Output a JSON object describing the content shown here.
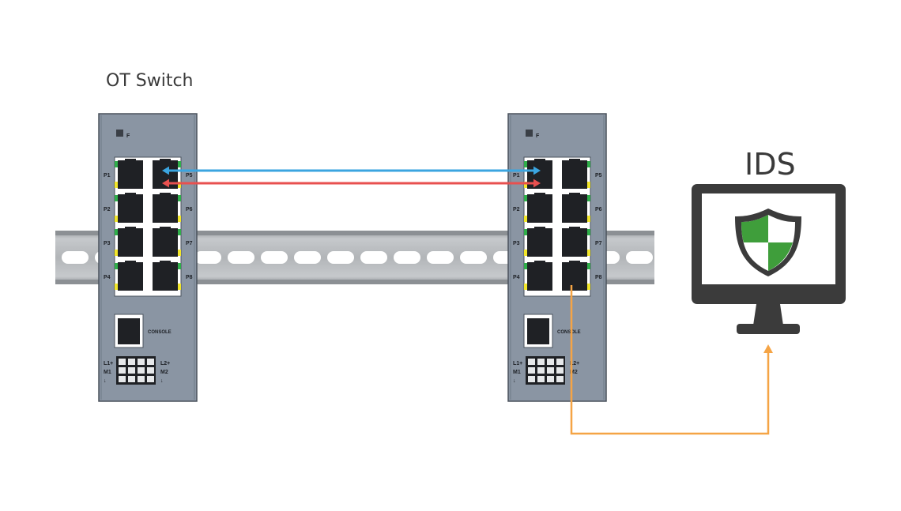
{
  "labels": {
    "ot_switch": "OT Switch",
    "ids": "IDS"
  },
  "switch": {
    "fault_label": "F",
    "ports_left": [
      "P1",
      "P2",
      "P3",
      "P4"
    ],
    "ports_right": [
      "P5",
      "P6",
      "P7",
      "P8"
    ],
    "console_label": "CONSOLE",
    "power_left": [
      "L1+",
      "M1",
      "↓"
    ],
    "power_right": [
      "L2+",
      "M2",
      "↓"
    ]
  },
  "icons": {
    "ids_monitor": "monitor-icon",
    "ids_shield": "shield-icon"
  },
  "colors": {
    "switch_body": "#8a95a3",
    "rail": "#b8bcc0",
    "link_blue": "#3ba5e0",
    "link_red": "#e8504f",
    "mirror_orange": "#f5a445",
    "port_led_green": "#2fae4a",
    "port_led_yellow": "#f2e62a",
    "shield_green": "#3f9e3b"
  }
}
